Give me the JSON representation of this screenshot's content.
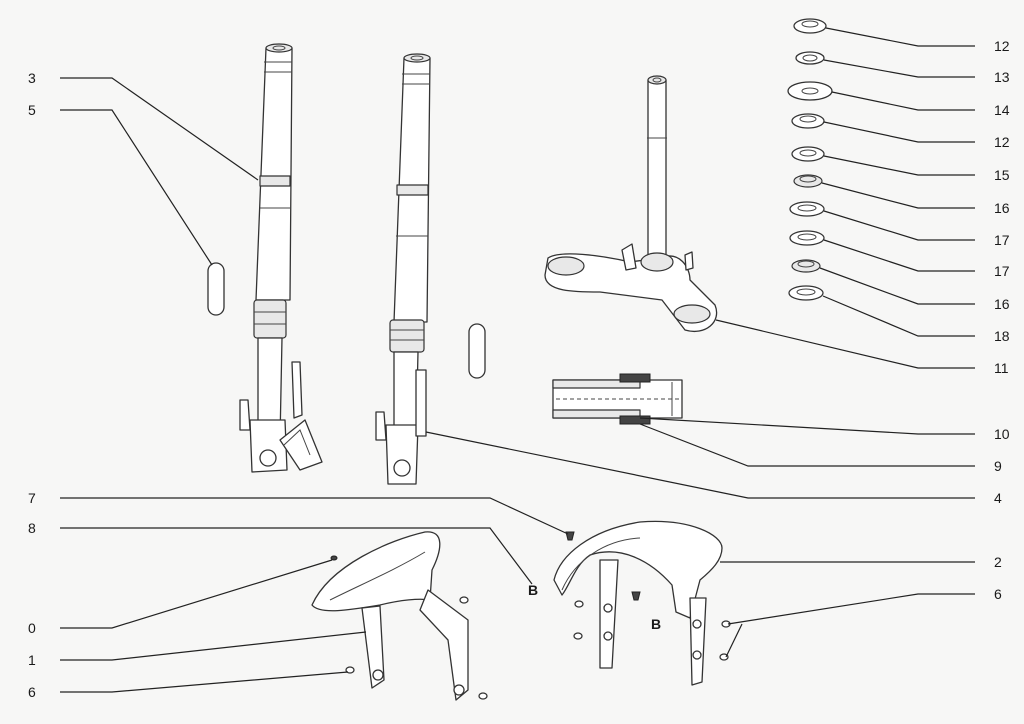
{
  "callouts": {
    "left": [
      {
        "id": "l3",
        "text": "3"
      },
      {
        "id": "l5",
        "text": "5"
      },
      {
        "id": "l7",
        "text": "7"
      },
      {
        "id": "l8",
        "text": "8"
      },
      {
        "id": "l0",
        "text": "0"
      },
      {
        "id": "l1",
        "text": "1"
      },
      {
        "id": "l6a",
        "text": "6"
      }
    ],
    "right": [
      {
        "id": "r12a",
        "text": "12"
      },
      {
        "id": "r13",
        "text": "13"
      },
      {
        "id": "r14",
        "text": "14"
      },
      {
        "id": "r12b",
        "text": "12"
      },
      {
        "id": "r15",
        "text": "15"
      },
      {
        "id": "r16a",
        "text": "16"
      },
      {
        "id": "r17a",
        "text": "17"
      },
      {
        "id": "r17b",
        "text": "17"
      },
      {
        "id": "r16b",
        "text": "16"
      },
      {
        "id": "r18",
        "text": "18"
      },
      {
        "id": "r11",
        "text": "11"
      },
      {
        "id": "r10",
        "text": "10"
      },
      {
        "id": "r9",
        "text": "9"
      },
      {
        "id": "r4",
        "text": "4"
      },
      {
        "id": "r2",
        "text": "2"
      },
      {
        "id": "r6b",
        "text": "6"
      }
    ]
  },
  "inline_marks": {
    "b_left": "B",
    "b_right": "B"
  },
  "colors": {
    "line": "#222222",
    "background": "#f7f7f6"
  }
}
